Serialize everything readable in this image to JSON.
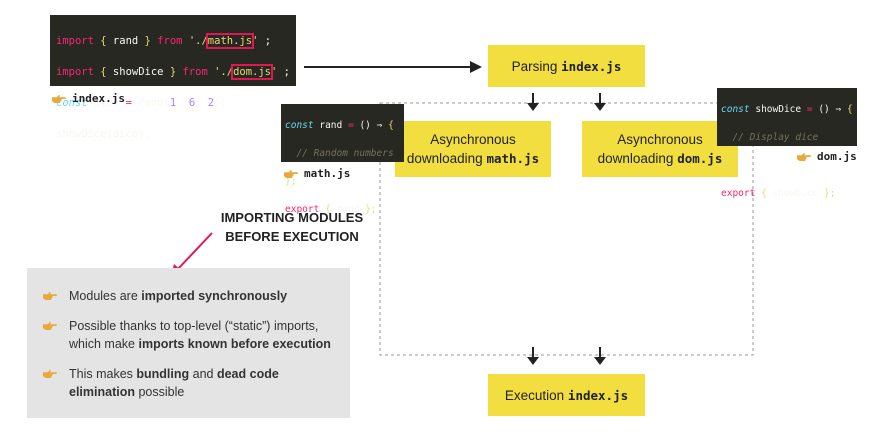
{
  "index_code": {
    "line1": {
      "kw1": "import",
      "b1": "{",
      "id": "rand",
      "b2": "}",
      "kw2": "from",
      "pre": "'./",
      "file": "math.js",
      "post": "'",
      ";": ";"
    },
    "line2": {
      "kw1": "import",
      "b1": "{",
      "id": "showDice",
      "b2": "}",
      "kw2": "from",
      "pre": "'./",
      "file": "dom.js",
      "post": "'",
      ";": ";"
    },
    "line3": {
      "kw": "const",
      "var": "dice",
      "eq": "=",
      "call": "rand(",
      "n1": "1",
      "n2": "6",
      "n3": "2",
      "end": ");"
    },
    "line4": "showDice(dice);"
  },
  "labels": {
    "index": "index.js",
    "math": "math.js",
    "dom": "dom.js"
  },
  "math_code": {
    "line1": {
      "kw": "const",
      "var": "rand",
      "eq": "=",
      "fn": "() ⇒",
      "br": "{"
    },
    "line2": "// Random numbers",
    "line3": "};",
    "line4": {
      "kw": "export",
      "b1": "{",
      "id": "rand",
      "b2": "};"
    }
  },
  "dom_code": {
    "line1": {
      "kw": "const",
      "var": "showDice",
      "eq": "=",
      "fn": "() ⇒",
      "br": "{"
    },
    "line2": "// Display dice",
    "line3": "};",
    "line4": {
      "kw": "export",
      "b1": "{",
      "id": "showDice",
      "b2": "};"
    }
  },
  "boxes": {
    "parsing": {
      "text": "Parsing",
      "file": "index.js"
    },
    "math_dl": {
      "line1": "Asynchronous",
      "line2": "downloading",
      "file": "math.js"
    },
    "dom_dl": {
      "line1": "Asynchronous",
      "line2": "downloading",
      "file": "dom.js"
    },
    "execution": {
      "text": "Execution",
      "file": "index.js"
    }
  },
  "heading": {
    "line1": "IMPORTING MODULES",
    "line2": "BEFORE EXECUTION"
  },
  "bullets": [
    {
      "pre": "Modules are ",
      "bold": "imported synchronously",
      "post": ""
    },
    {
      "pre": "Possible thanks to top-level (“static”) imports, which make ",
      "bold": "imports known before execution",
      "post": ""
    },
    {
      "pre": "This makes ",
      "bold": "bundling",
      "mid": " and ",
      "bold2": "dead code elimination",
      "post": " possible"
    }
  ],
  "colors": {
    "accent": "#f2df3f",
    "highlight": "#e3174f",
    "arrow": "#e3174f",
    "code_bg": "#272822",
    "panel": "#e4e4e4"
  }
}
